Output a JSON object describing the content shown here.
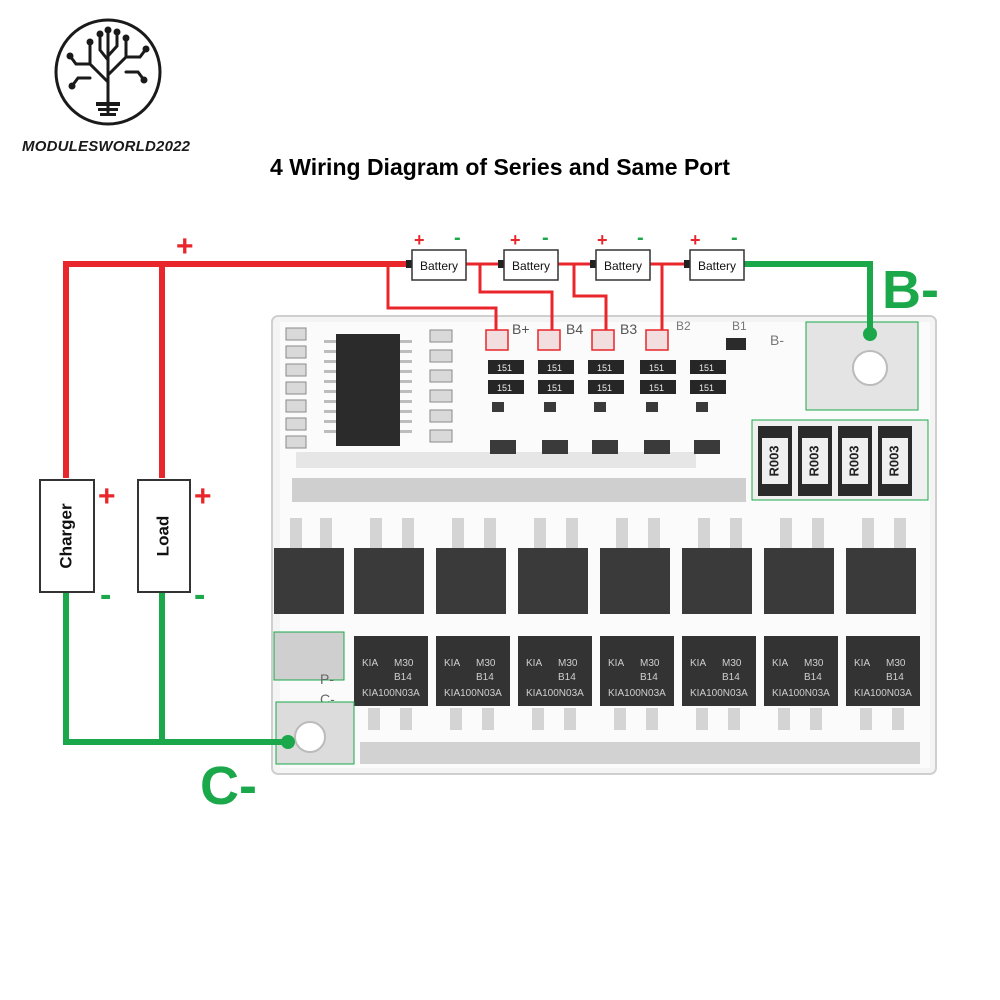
{
  "brand": {
    "name": "MODULESWORLD2022"
  },
  "title": "4 Wiring Diagram of Series and Same Port",
  "wires": {
    "positive_color": "#e8262b",
    "negative_color": "#1aa84a"
  },
  "top_wire": {
    "plus_label": "+"
  },
  "batteries": [
    {
      "label": "Battery",
      "plus": "+",
      "minus": "-"
    },
    {
      "label": "Battery",
      "plus": "+",
      "minus": "-"
    },
    {
      "label": "Battery",
      "plus": "+",
      "minus": "-"
    },
    {
      "label": "Battery",
      "plus": "+",
      "minus": "-"
    }
  ],
  "devices": [
    {
      "label": "Charger",
      "plus": "+",
      "minus": "-"
    },
    {
      "label": "Load",
      "plus": "+",
      "minus": "-"
    }
  ],
  "terminals": {
    "b_minus": "B-",
    "c_minus": "C-"
  },
  "pcb": {
    "pads": [
      "B+",
      "B4",
      "B3",
      "B2",
      "B1"
    ],
    "b_minus_silk": "B-",
    "p_minus_silk": "P-",
    "c_minus_silk": "C-",
    "resistor_marking": "R003",
    "smd_marking": "151",
    "mosfet_lines": [
      "KIA",
      "M30",
      "B14",
      "KIA100N03A"
    ]
  }
}
